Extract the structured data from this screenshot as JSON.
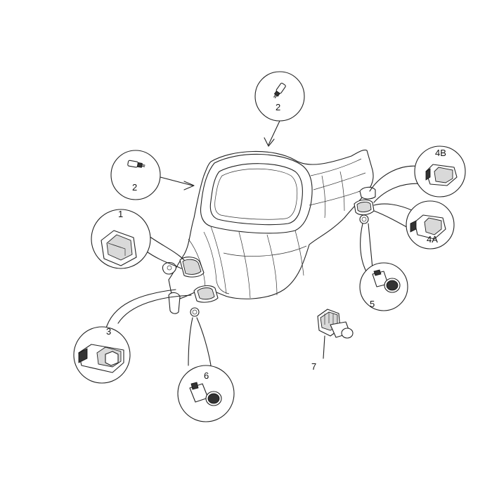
{
  "callouts": [
    {
      "id": "c-2-top",
      "label": "2"
    },
    {
      "id": "c-2-left",
      "label": "2"
    },
    {
      "id": "c-1",
      "label": "1"
    },
    {
      "id": "c-4b",
      "label": "4B"
    },
    {
      "id": "c-4a",
      "label": "4A"
    },
    {
      "id": "c-5",
      "label": "5"
    },
    {
      "id": "c-3",
      "label": "3"
    },
    {
      "id": "c-6",
      "label": "6"
    },
    {
      "id": "c-7",
      "label": "7"
    }
  ]
}
